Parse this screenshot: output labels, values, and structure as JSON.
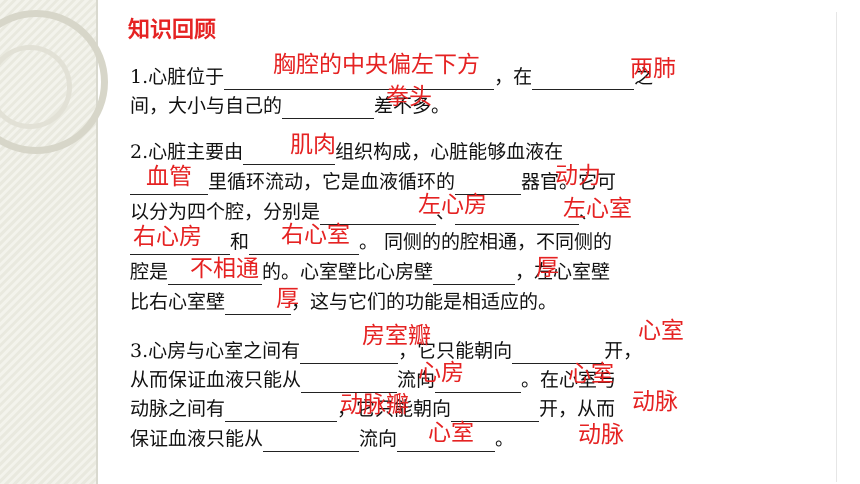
{
  "title": "知识回顾",
  "q1": {
    "l1a": "1.心脏位于",
    "l1b": "，在",
    "l1c": "之",
    "l2a": "间，大小与自己的",
    "l2b": "差不多。"
  },
  "q2": {
    "l1a": "2.心脏主要由",
    "l1b": "组织构成，心脏能够血液在",
    "l2a": "里循环流动，它是血液循环的",
    "l2b": "器官。它可",
    "l3a": "以分为四个腔，分别是",
    "l3b": "、",
    "l3c": "、",
    "l4a": "和",
    "l4b": "。 同侧的的腔相通，不同侧的",
    "l5a": "腔是",
    "l5b": "的。心室壁比心房壁",
    "l5c": "，左心室壁",
    "l6a": "比右心室壁",
    "l6b": "，这与它们的功能是相适应的。"
  },
  "q3": {
    "l1a": "3.心房与心室之间有",
    "l1b": "，它只能朝向",
    "l1c": "开，",
    "l2a": "从而保证血液只能从",
    "l2b": "流向",
    "l2c": "。在心室与",
    "l3a": "动脉之间有",
    "l3b": "，它只能朝向",
    "l3c": "开，从而",
    "l4a": "保证血液只能从",
    "l4b": "流向",
    "l4c": "。"
  },
  "answers": {
    "a1": "胸腔的中央偏左下方",
    "a2": "两肺",
    "a3": "拳头",
    "a4": "肌肉",
    "a5": "血管",
    "a6": "动力",
    "a7": "左心房",
    "a8": "左心室",
    "a9": "右心房",
    "a10": "右心室",
    "a11": "不相通",
    "a12": "厚",
    "a13": "厚",
    "a14": "房室瓣",
    "a15": "心室",
    "a16": "心房",
    "a17": "心室",
    "a18": "动脉瓣",
    "a19": "动脉",
    "a20": "心室",
    "a21": "动脉"
  }
}
